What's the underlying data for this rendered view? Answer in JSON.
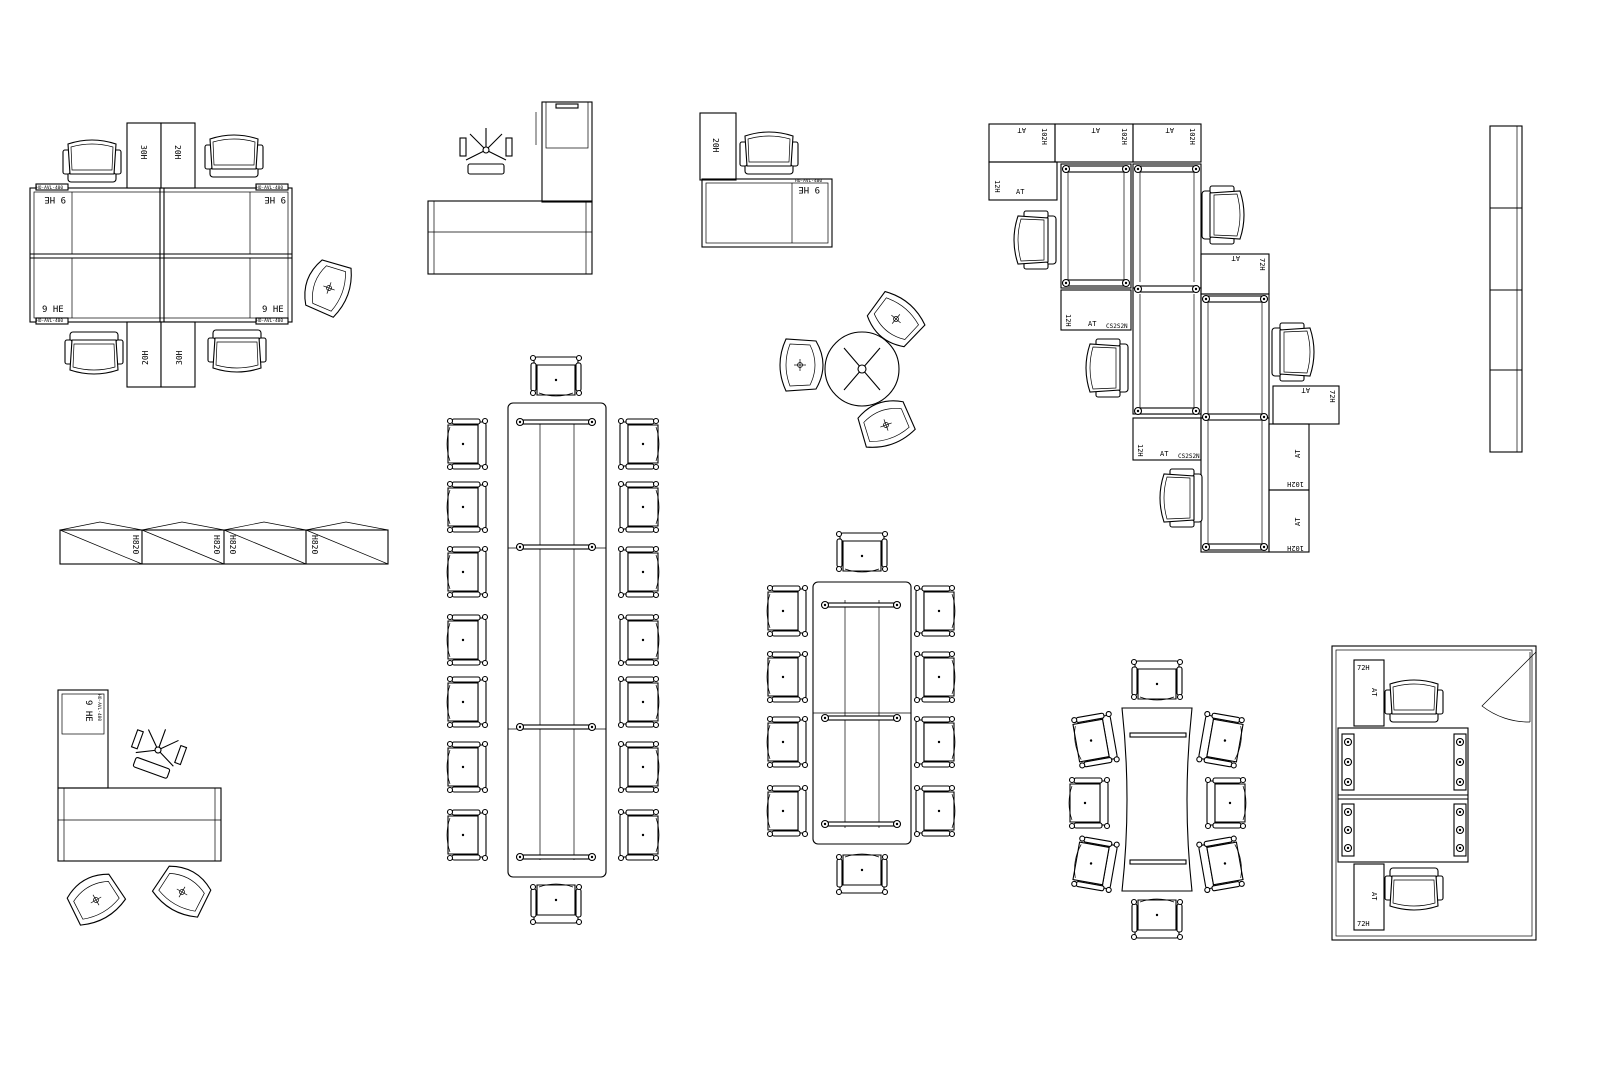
{
  "labels": {
    "h30": "30H",
    "h20": "20H",
    "he9": "9 HE",
    "h820": "H820",
    "at": "AT",
    "h102": "102H",
    "h72": "72H",
    "h12": "12H",
    "csz": "CS2S2N",
    "tag": "HO-AVL-400"
  }
}
